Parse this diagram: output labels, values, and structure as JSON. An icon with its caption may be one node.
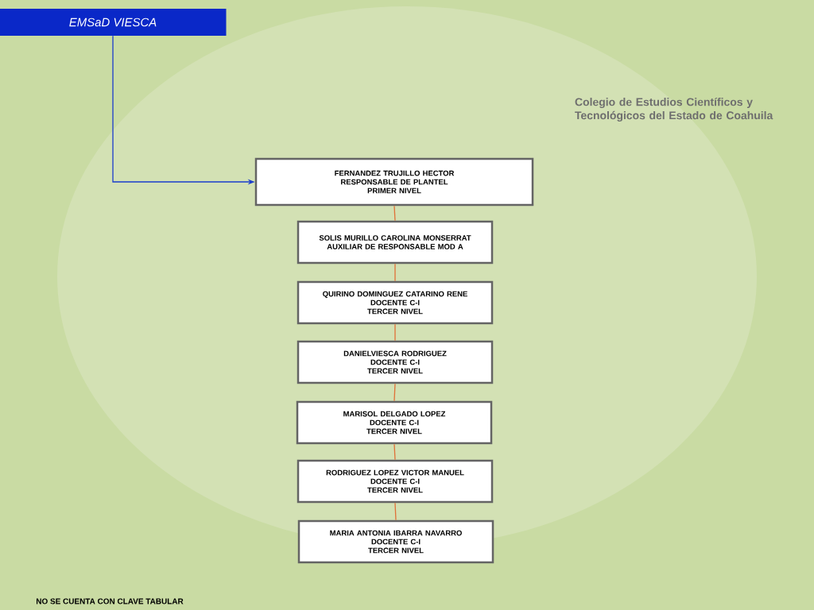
{
  "diagram": {
    "nodes": [
      {
        "text": [
          "EMSaD VIESCA"
        ]
      },
      {
        "text": [
          "FERNANDEZ TRUJILLO HECTOR",
          "RESPONSABLE DE PLANTEL",
          "PRIMER NIVEL"
        ]
      },
      {
        "text": [
          "SOLIS MURILLO CAROLINA MONSERRAT",
          "AUXILIAR DE RESPONSABLE MOD A"
        ]
      },
      {
        "text": [
          "QUIRINO DOMINGUEZ CATARINO RENE",
          "DOCENTE   C-I",
          "TERCER NIVEL"
        ]
      },
      {
        "text": [
          "DANIELVIESCA RODRIGUEZ",
          "DOCENTE   C-I",
          "TERCER NIVEL"
        ]
      },
      {
        "text": [
          "MARISOL DELGADO LOPEZ",
          "DOCENTE   C-I",
          "TERCER NIVEL"
        ]
      },
      {
        "text": [
          "RODRIGUEZ LOPEZ VICTOR MANUEL",
          "DOCENTE   C-I",
          "TERCER NIVEL"
        ]
      },
      {
        "text": [
          "MARIA ANTONIA IBARRA NAVARRO",
          "DOCENTE   C-I",
          "TERCER NIVEL"
        ]
      }
    ],
    "edges": [
      {
        "from": 0,
        "to": 1,
        "arrow": "to",
        "color": "#1a3ccc"
      },
      {
        "from": 1,
        "to": 2,
        "arrow": "none"
      },
      {
        "from": 2,
        "to": 3,
        "arrow": "none"
      },
      {
        "from": 3,
        "to": 4,
        "arrow": "none"
      },
      {
        "from": 4,
        "to": 5,
        "arrow": "none"
      },
      {
        "from": 5,
        "to": 6,
        "arrow": "none"
      },
      {
        "from": 6,
        "to": 7,
        "arrow": "none"
      }
    ],
    "labels": [
      "Colegio de Estudios Científicos y Tecnológicos del Estado de Coahuila",
      "NO SE CUENTA CON CLAVE TABULAR"
    ]
  }
}
